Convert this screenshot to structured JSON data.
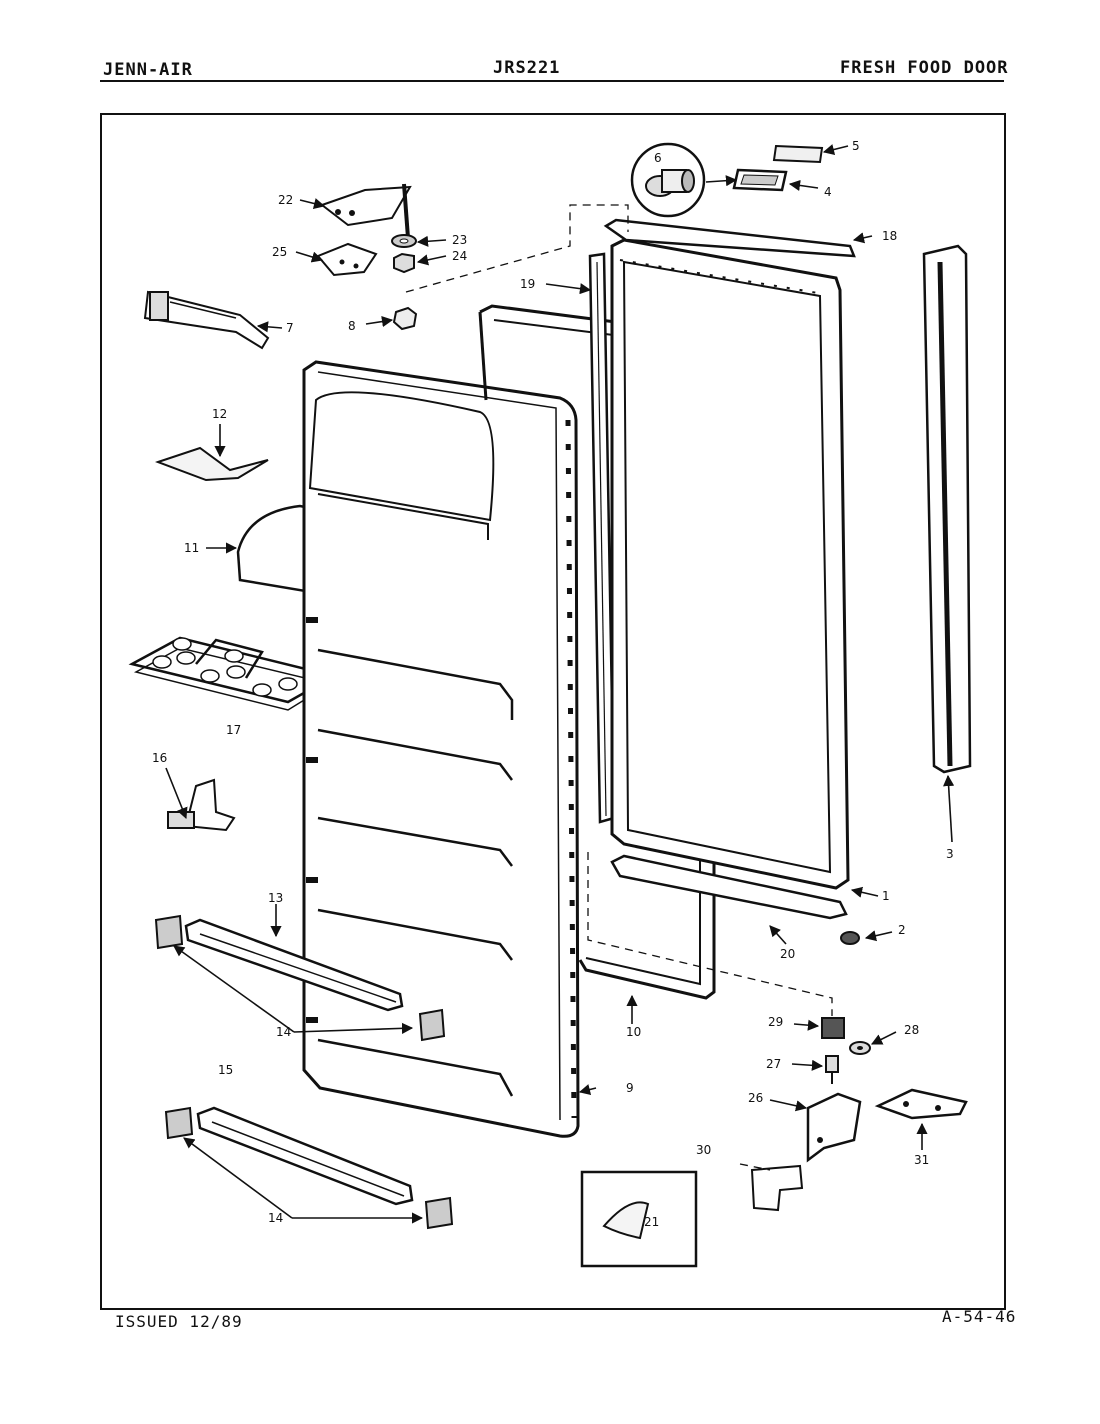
{
  "header": {
    "brand": "JENN-AIR",
    "model": "JRS221",
    "section": "FRESH FOOD DOOR"
  },
  "footer": {
    "issued": "ISSUED 12/89",
    "code": "A-54-46"
  },
  "callouts": {
    "c1": "1",
    "c2": "2",
    "c3": "3",
    "c4": "4",
    "c5": "5",
    "c6": "6",
    "c7": "7",
    "c8": "8",
    "c9": "9",
    "c10": "10",
    "c11": "11",
    "c12": "12",
    "c13": "13",
    "c14a": "14",
    "c14b": "14",
    "c15": "15",
    "c16": "16",
    "c17": "17",
    "c18": "18",
    "c19": "19",
    "c20": "20",
    "c21": "21",
    "c22": "22",
    "c23": "23",
    "c24": "24",
    "c25": "25",
    "c26": "26",
    "c27": "27",
    "c28": "28",
    "c29": "29",
    "c30": "30",
    "c31": "31"
  }
}
